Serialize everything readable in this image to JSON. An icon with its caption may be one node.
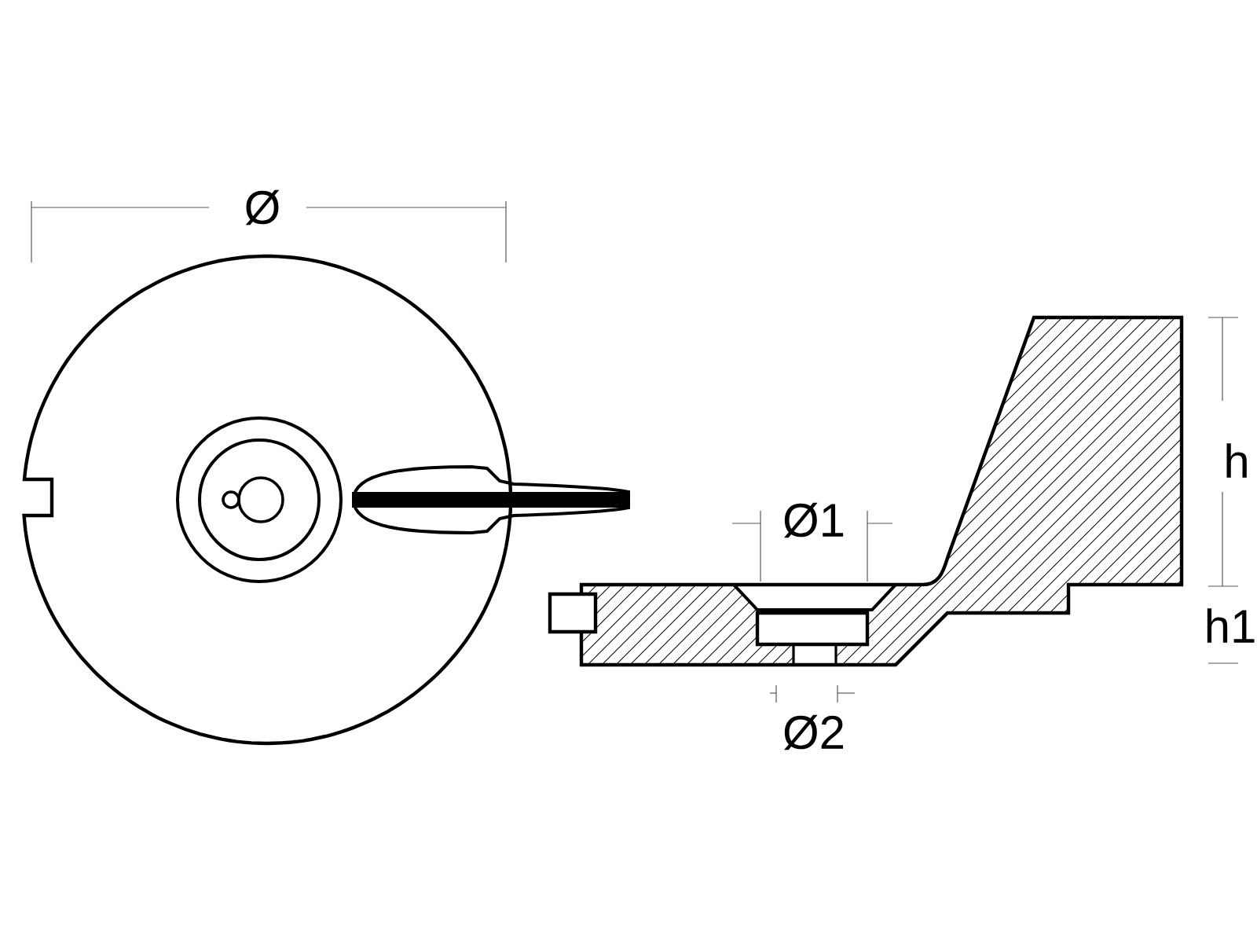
{
  "diagram": {
    "labels": [
      "Ø",
      "Ø1",
      "h",
      "h1",
      "Ø2"
    ]
  }
}
